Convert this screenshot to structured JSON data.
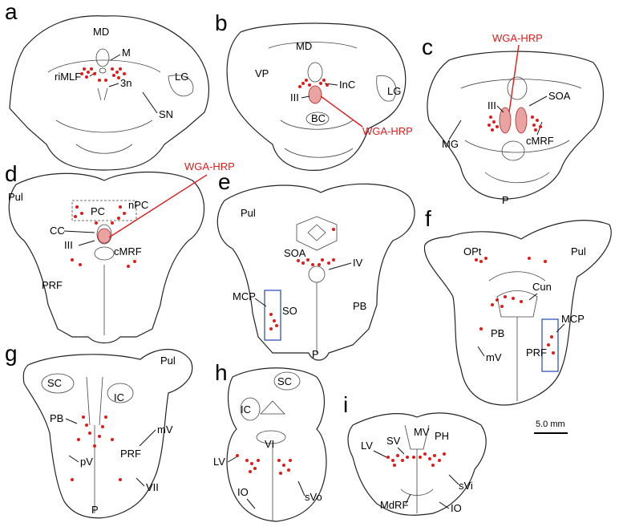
{
  "panels": {
    "a": {
      "letter": "a",
      "labels": {
        "MD": "MD",
        "M": "M",
        "riMLF": "riMLF",
        "3n": "3n",
        "LG": "LG",
        "SN": "SN"
      }
    },
    "b": {
      "letter": "b",
      "labels": {
        "MD": "MD",
        "VP": "VP",
        "InC": "InC",
        "III": "III",
        "LG": "LG",
        "BC": "BC",
        "WGA-HRP": "WGA-HRP"
      }
    },
    "c": {
      "letter": "c",
      "labels": {
        "WGA-HRP": "WGA-HRP",
        "SOA": "SOA",
        "III": "III",
        "MG": "MG",
        "cMRF": "cMRF",
        "P": "P"
      }
    },
    "d": {
      "letter": "d",
      "labels": {
        "WGA-HRP": "WGA-HRP",
        "Pul": "Pul",
        "PC": "PC",
        "nPC": "nPC",
        "CC": "CC",
        "III": "III",
        "cMRF": "cMRF",
        "PRF": "PRF"
      }
    },
    "e": {
      "letter": "e",
      "labels": {
        "Pul": "Pul",
        "SOA": "SOA",
        "IV": "IV",
        "MCP": "MCP",
        "SO": "SO",
        "PB": "PB",
        "P": "P"
      }
    },
    "f": {
      "letter": "f",
      "labels": {
        "OPt": "OPt",
        "Pul": "Pul",
        "Cun": "Cun",
        "MCP": "MCP",
        "PB": "PB",
        "mV": "mV",
        "PRF": "PRF"
      }
    },
    "g": {
      "letter": "g",
      "labels": {
        "Pul": "Pul",
        "SC": "SC",
        "IC": "IC",
        "PB": "PB",
        "mV": "mV",
        "PRF": "PRF",
        "pV": "pV",
        "VII": "VII",
        "P": "P"
      }
    },
    "h": {
      "letter": "h",
      "labels": {
        "SC": "SC",
        "IC": "IC",
        "VI": "VI",
        "LV": "LV",
        "IO": "IO",
        "sVo": "sVo"
      }
    },
    "i": {
      "letter": "i",
      "labels": {
        "MV": "MV",
        "SV": "SV",
        "PH": "PH",
        "LV": "LV",
        "sVi": "sVi",
        "MdRF": "MdRF",
        "IO": "IO"
      }
    }
  },
  "scale_bar": {
    "label": "5.0 mm"
  },
  "colors": {
    "label_dots": "#e01b1b",
    "injection": "#e9a3a0",
    "box": "#3355bb"
  }
}
